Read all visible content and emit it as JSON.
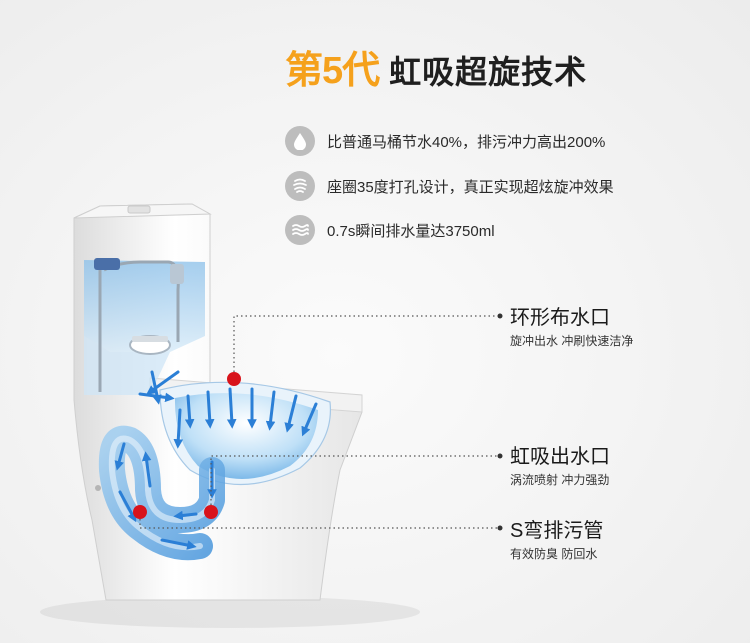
{
  "headline": {
    "highlight": "第5代",
    "title": "虹吸超旋技术"
  },
  "features": [
    {
      "icon": "water-drop-icon",
      "text": "比普通马桶节水40%，排污冲力高出200%"
    },
    {
      "icon": "swirl-icon",
      "text": "座圈35度打孔设计，真正实现超炫旋冲效果"
    },
    {
      "icon": "waves-icon",
      "text": "0.7s瞬间排水量达3750ml"
    }
  ],
  "callouts": [
    {
      "title": "环形布水口",
      "subtitle": "旋冲出水 冲刷快速洁净"
    },
    {
      "title": "虹吸出水口",
      "subtitle": "涡流喷射 冲力强劲"
    },
    {
      "title": "S弯排污管",
      "subtitle": "有效防臭 防回水"
    }
  ],
  "colors": {
    "accent": "#f5a11c",
    "marker": "#d8131b",
    "flow": "#2b7fd6",
    "icon_bg": "#bdbdbd"
  }
}
